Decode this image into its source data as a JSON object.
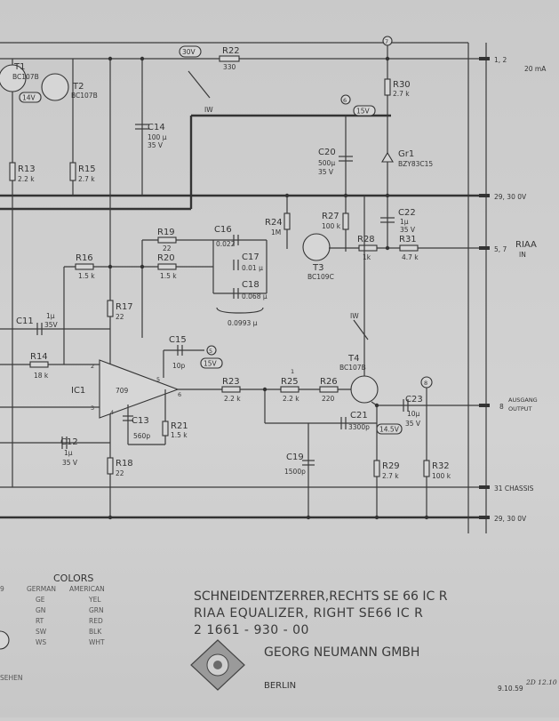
{
  "labels": {
    "t1": "T1",
    "t1_type": "BC107B",
    "t2": "T2",
    "t2_type": "BC107B",
    "v14": "14V",
    "r13": "R13",
    "r13_val": "2.2 k",
    "r15": "R15",
    "r15_val": "2.7 k",
    "c14": "C14",
    "c14_val": "100 µ",
    "c14_v": "35 V",
    "v30": "30V",
    "r22": "R22",
    "r22_val": "330",
    "iw1": "IW",
    "n7": "7",
    "r30": "R30",
    "r30_val": "2.7 k",
    "n6": "6",
    "v15a": "15V",
    "c20": "C20",
    "c20_val": "500µ",
    "c20_v": "35 V",
    "gr1": "Gr1",
    "gr1_type": "BZY83C15",
    "c22": "C22",
    "c22_val": "1µ",
    "c22_v": "35 V",
    "r24": "R24",
    "r24_val": "1M",
    "c16": "C16",
    "c16_val": "0.022",
    "c17": "C17",
    "c17_val": "0.01 µ",
    "c18": "C18",
    "c18_val": "0.068 µ",
    "sum": "0.0993 µ",
    "r19": "R19",
    "r19_val": "22",
    "r20": "R20",
    "r20_val": "1.5 k",
    "r16": "R16",
    "r16_val": "1.5 k",
    "r17": "R17",
    "r17_val": "22",
    "c11": "C11",
    "c11_val": "1µ",
    "c11_v": "35V",
    "r27": "R27",
    "r27_val": "100 k",
    "r28": "R28",
    "r28_val": "1k",
    "r31": "R31",
    "r31_val": "4.7 k",
    "t3": "T3",
    "t3_type": "BC109C",
    "t4": "T4",
    "t4_type": "BC107B",
    "iw2": "IW",
    "c15": "C15",
    "c15_val": "10p",
    "n5": "5",
    "v15b": "15V",
    "r14": "R14",
    "r14_val": "18 k",
    "ic1": "IC1",
    "ic_type": "709",
    "c13": "C13",
    "c13_val": "560p",
    "r21": "R21",
    "r21_val": "1.5 k",
    "r23": "R23",
    "r23_val": "2.2 k",
    "r25": "R25",
    "r25_val": "2.2 k",
    "r26": "R26",
    "r26_val": "220",
    "c21": "C21",
    "c21_val": "3300p",
    "v145": "14.5V",
    "n8": "8",
    "c23": "C23",
    "c23_val": "10µ",
    "c23_v": "35 V",
    "c19": "C19",
    "c19_val": "1500p",
    "r29": "R29",
    "r29_val": "2.7 k",
    "r32": "R32",
    "r32_val": "100 k",
    "c12": "C12",
    "c12_val": "1µ",
    "c12_v": "35 V",
    "r18": "R18",
    "r18_val": "22",
    "pin2": "2",
    "pin3": "3",
    "pin4": "4",
    "pin5": "5",
    "pin6": "6",
    "r_small": "1"
  },
  "connectors": {
    "c1": "1, 2",
    "c1_extra": "20 mA",
    "c2": "29, 30   0V",
    "c3": "5, 7",
    "riaa": "RIAA",
    "riaa_in": "IN",
    "c4": "8",
    "ausgang": "AUSGANG",
    "output": "OUTPUT",
    "c5": "31  CHASSIS",
    "c6": "29, 30   0V"
  },
  "colors": {
    "title": "COLORS",
    "german_header": "GERMAN",
    "american_header": "AMERICAN",
    "rows": [
      {
        "de": "GE",
        "en": "YEL"
      },
      {
        "de": "GN",
        "en": "GRN"
      },
      {
        "de": "RT",
        "en": "RED"
      },
      {
        "de": "SW",
        "en": "BLK"
      },
      {
        "de": "WS",
        "en": "WHT"
      }
    ],
    "left_fragment": "9",
    "sehen": "SEHEN"
  },
  "title_block": {
    "line1": "SCHNEIDENTZERRER,RECHTS SE 66 IC R",
    "line2": "RIAA  EQUALIZER, RIGHT  SE66 IC R",
    "line3": "2  1661 - 930 - 00",
    "company": "GEORG NEUMANN GMBH",
    "city": "BERLIN",
    "date": "9.10.59",
    "handwritten": "2D 12.10"
  }
}
